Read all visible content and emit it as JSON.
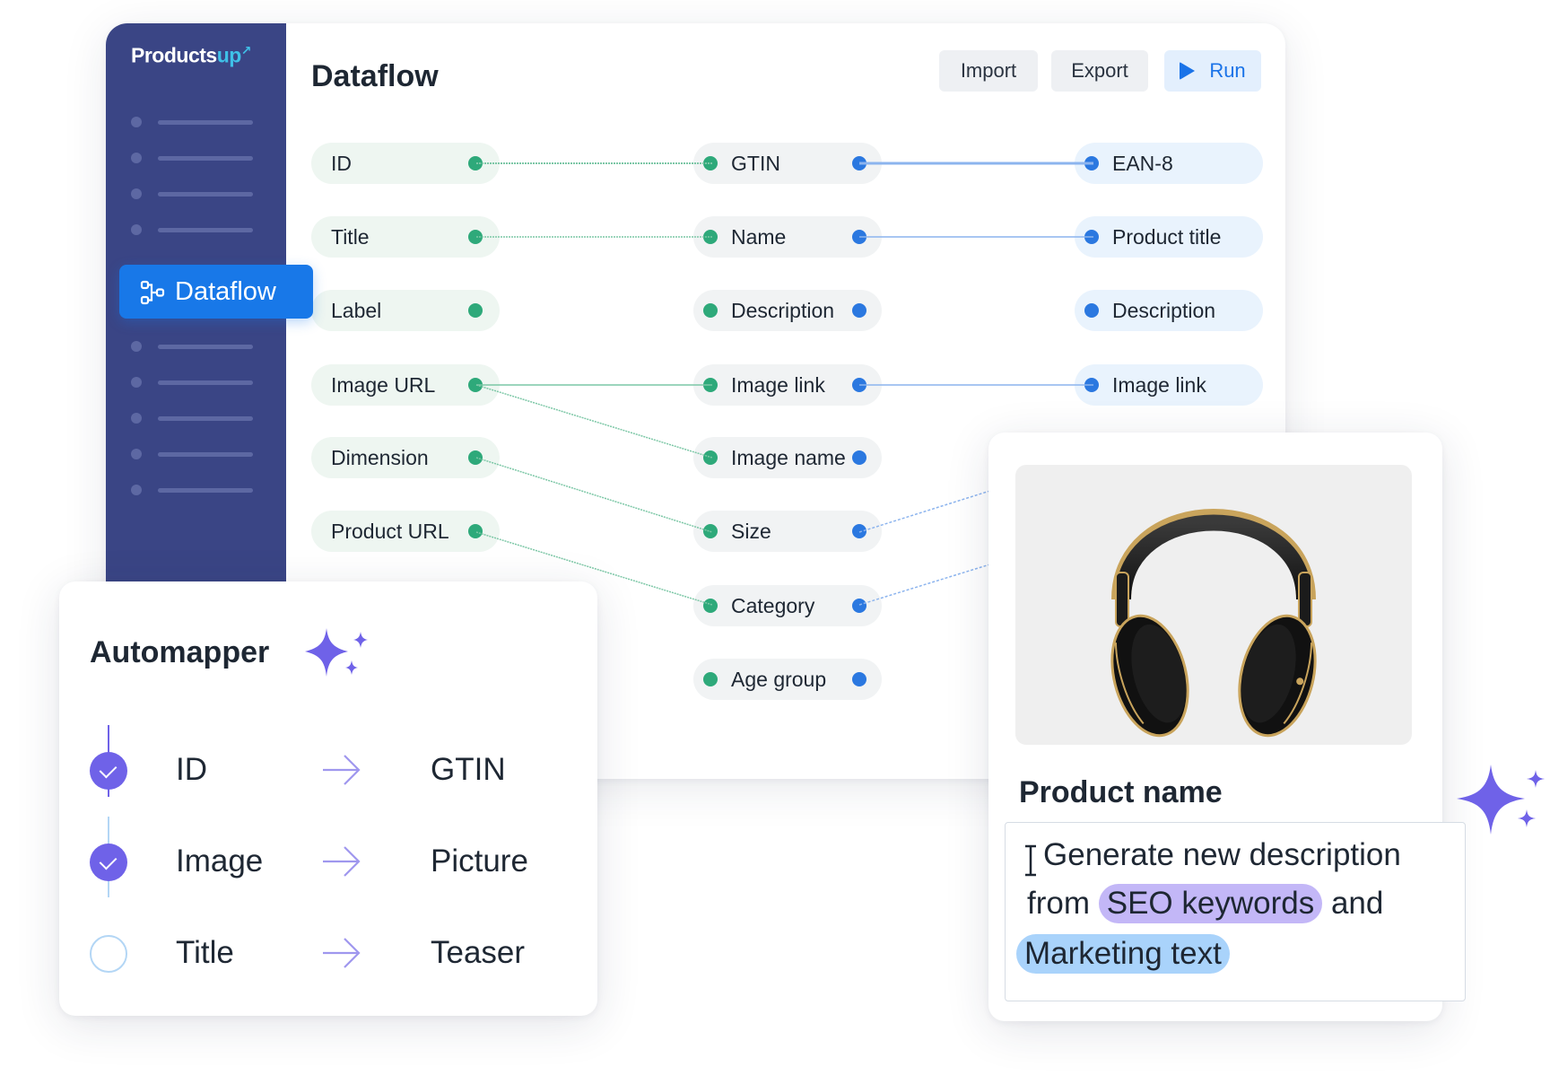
{
  "app": {
    "logo": {
      "brand_main": "Products",
      "brand_accent": "up",
      "mark": "↗"
    },
    "page_title": "Dataflow",
    "toolbar": {
      "import_label": "Import",
      "export_label": "Export",
      "run_label": "Run"
    },
    "sidebar": {
      "active_item_label": "Dataflow",
      "icon": "dataflow-icon"
    },
    "colors": {
      "sidebar_bg": "#3a4585",
      "accent_blue": "#1878e8",
      "source_node": "#2ea97a",
      "target_node": "#2b78e0",
      "automapper_purple": "#6f62e8"
    }
  },
  "dataflow": {
    "source_fields": [
      "ID",
      "Title",
      "Label",
      "Image URL",
      "Dimension",
      "Product URL"
    ],
    "mid_fields": [
      "GTIN",
      "Name",
      "Description",
      "Image link",
      "Image name",
      "Size",
      "Category",
      "Age group"
    ],
    "target_fields": [
      "EAN-8",
      "Product title",
      "Description",
      "Image link"
    ],
    "connections": [
      {
        "from": "ID",
        "to": "GTIN"
      },
      {
        "from": "Title",
        "to": "Name"
      },
      {
        "from": "Image URL",
        "to": "Image link"
      },
      {
        "from": "Image URL",
        "to": "Image name"
      },
      {
        "from": "Dimension",
        "to": "Size"
      },
      {
        "from": "Product URL",
        "to": "Category"
      },
      {
        "from": "GTIN",
        "to": "EAN-8"
      },
      {
        "from": "Name",
        "to": "Product title"
      },
      {
        "from": "Image link",
        "to": "Image link"
      }
    ]
  },
  "automapper": {
    "title": "Automapper",
    "rows": [
      {
        "source": "ID",
        "target": "GTIN",
        "done": true
      },
      {
        "source": "Image",
        "target": "Picture",
        "done": true
      },
      {
        "source": "Title",
        "target": "Teaser",
        "done": false
      }
    ]
  },
  "product_card": {
    "name_label": "Product name",
    "image_subject": "headphones",
    "prompt": {
      "line1": "Generate new description",
      "from_word": "from",
      "chip_keywords": "SEO keywords",
      "and_word": "and",
      "chip_marketing": "Marketing text"
    }
  }
}
